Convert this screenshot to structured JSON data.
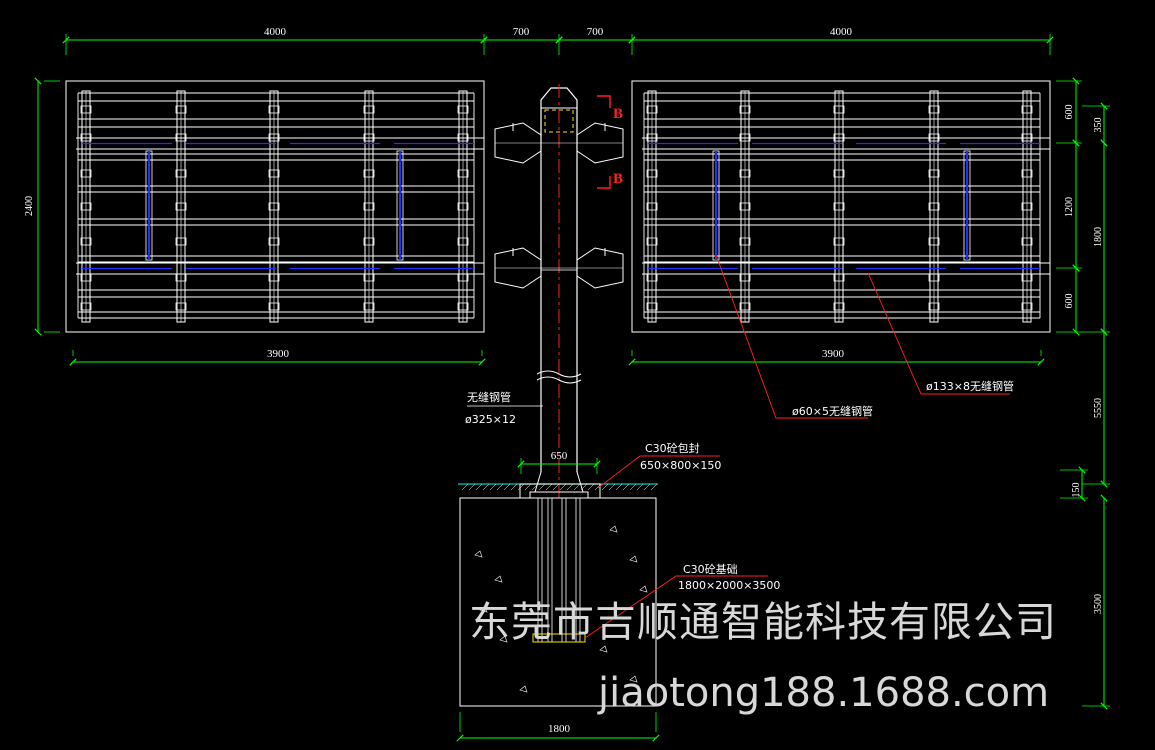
{
  "dimensions": {
    "top": [
      "4000",
      "700",
      "700",
      "4000"
    ],
    "panel_width_left": "3900",
    "panel_width_right": "3900",
    "left_height": "2400",
    "right_inner": [
      "600",
      "1200",
      "600"
    ],
    "right_outer": [
      "350",
      "1800"
    ],
    "column_height": "5550",
    "base_150": "150",
    "foundation_depth": "3500",
    "wrap_width": "650",
    "foundation_width": "1800"
  },
  "labels": {
    "section_mark": "B",
    "pipe_main_name": "无缝钢管",
    "pipe_main_spec": "ø325×12",
    "pipe_small": "ø60×5无缝钢管",
    "pipe_medium": "ø133×8无缝钢管",
    "wrap_name": "C30砼包封",
    "wrap_spec": "650×800×150",
    "foundation_name": "C30砼基础",
    "foundation_spec": "1800×2000×3500"
  },
  "watermark": {
    "company": "东莞市吉顺通智能科技有限公司",
    "site": "jiaotong188.1688.com"
  },
  "colors": {
    "background": "#000000",
    "dimension": "#00ff00",
    "structure": "#ffffff",
    "pipe_blue": "#2030ff",
    "leader_red": "#ff2020",
    "ground": "#00c8c8"
  }
}
